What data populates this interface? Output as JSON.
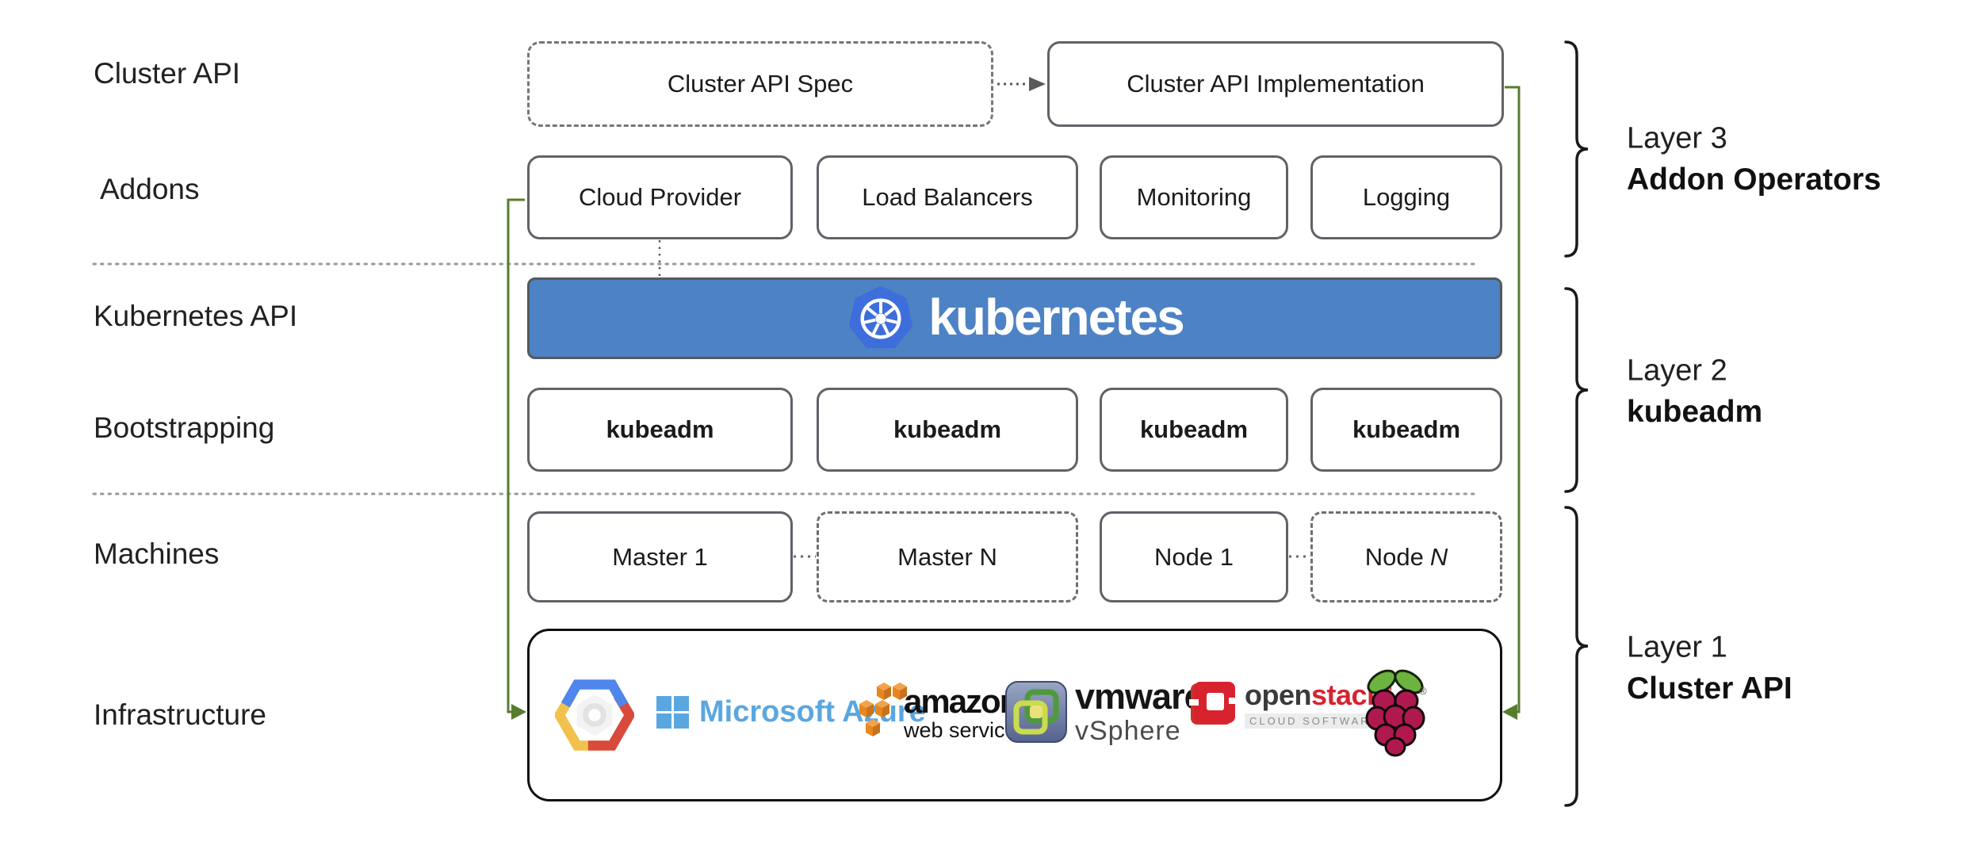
{
  "left_labels": [
    {
      "id": "cluster-api",
      "text": "Cluster API"
    },
    {
      "id": "addons",
      "text": "Addons"
    },
    {
      "id": "kubernetes-api",
      "text": "Kubernetes API"
    },
    {
      "id": "bootstrapping",
      "text": "Bootstrapping"
    },
    {
      "id": "machines",
      "text": "Machines"
    },
    {
      "id": "infrastructure",
      "text": "Infrastructure"
    }
  ],
  "top_row": {
    "spec_label": "Cluster API Spec",
    "impl_label": "Cluster API Implementation"
  },
  "addons": {
    "items": [
      "Cloud Provider",
      "Load Balancers",
      "Monitoring",
      "Logging"
    ]
  },
  "kubernetes": {
    "wordmark": "kubernetes"
  },
  "bootstrapping": {
    "items": [
      "kubeadm",
      "kubeadm",
      "kubeadm",
      "kubeadm"
    ]
  },
  "machines": {
    "items": [
      {
        "text": "Master 1"
      },
      {
        "text": "Master N"
      },
      {
        "text": "Node 1"
      },
      {
        "text": "Node",
        "n": "N"
      }
    ]
  },
  "infrastructure": {
    "providers": [
      "Google Cloud Platform",
      "Microsoft Azure",
      "Amazon Web Services",
      "VMware vSphere",
      "OpenStack",
      "Raspberry Pi"
    ],
    "azure_text": "Microsoft Azure",
    "amazon_text": "amazon",
    "amazon_sub": "web services",
    "vmware_text": "vmware",
    "vmware_reg": "®",
    "vmware_sub": "vSphere",
    "openstack_open": "open",
    "openstack_stack": "stack",
    "openstack_tm": "™",
    "openstack_sub": "CLOUD SOFTWARE",
    "rpi_reg": "®"
  },
  "layers": [
    {
      "name": "Layer 3",
      "title": "Addon Operators"
    },
    {
      "name": "Layer 2",
      "title": "kubeadm"
    },
    {
      "name": "Layer 1",
      "title": "Cluster API"
    }
  ],
  "colors": {
    "banner_blue": "#4d82c4",
    "k8s_logo_blue": "#3d6edb",
    "connector_green": "#567d2e",
    "box_border_gray": "#5f6368",
    "azure_blue": "#5aa7e0",
    "aws_orange": "#e8871e",
    "openstack_red": "#d8232f",
    "rpi_leaf_green": "#6cb33f",
    "rpi_berry": "#b01950",
    "gcp_blue": "#4f86ec",
    "gcp_red": "#d84a3c",
    "gcp_yellow": "#f2c14b"
  }
}
